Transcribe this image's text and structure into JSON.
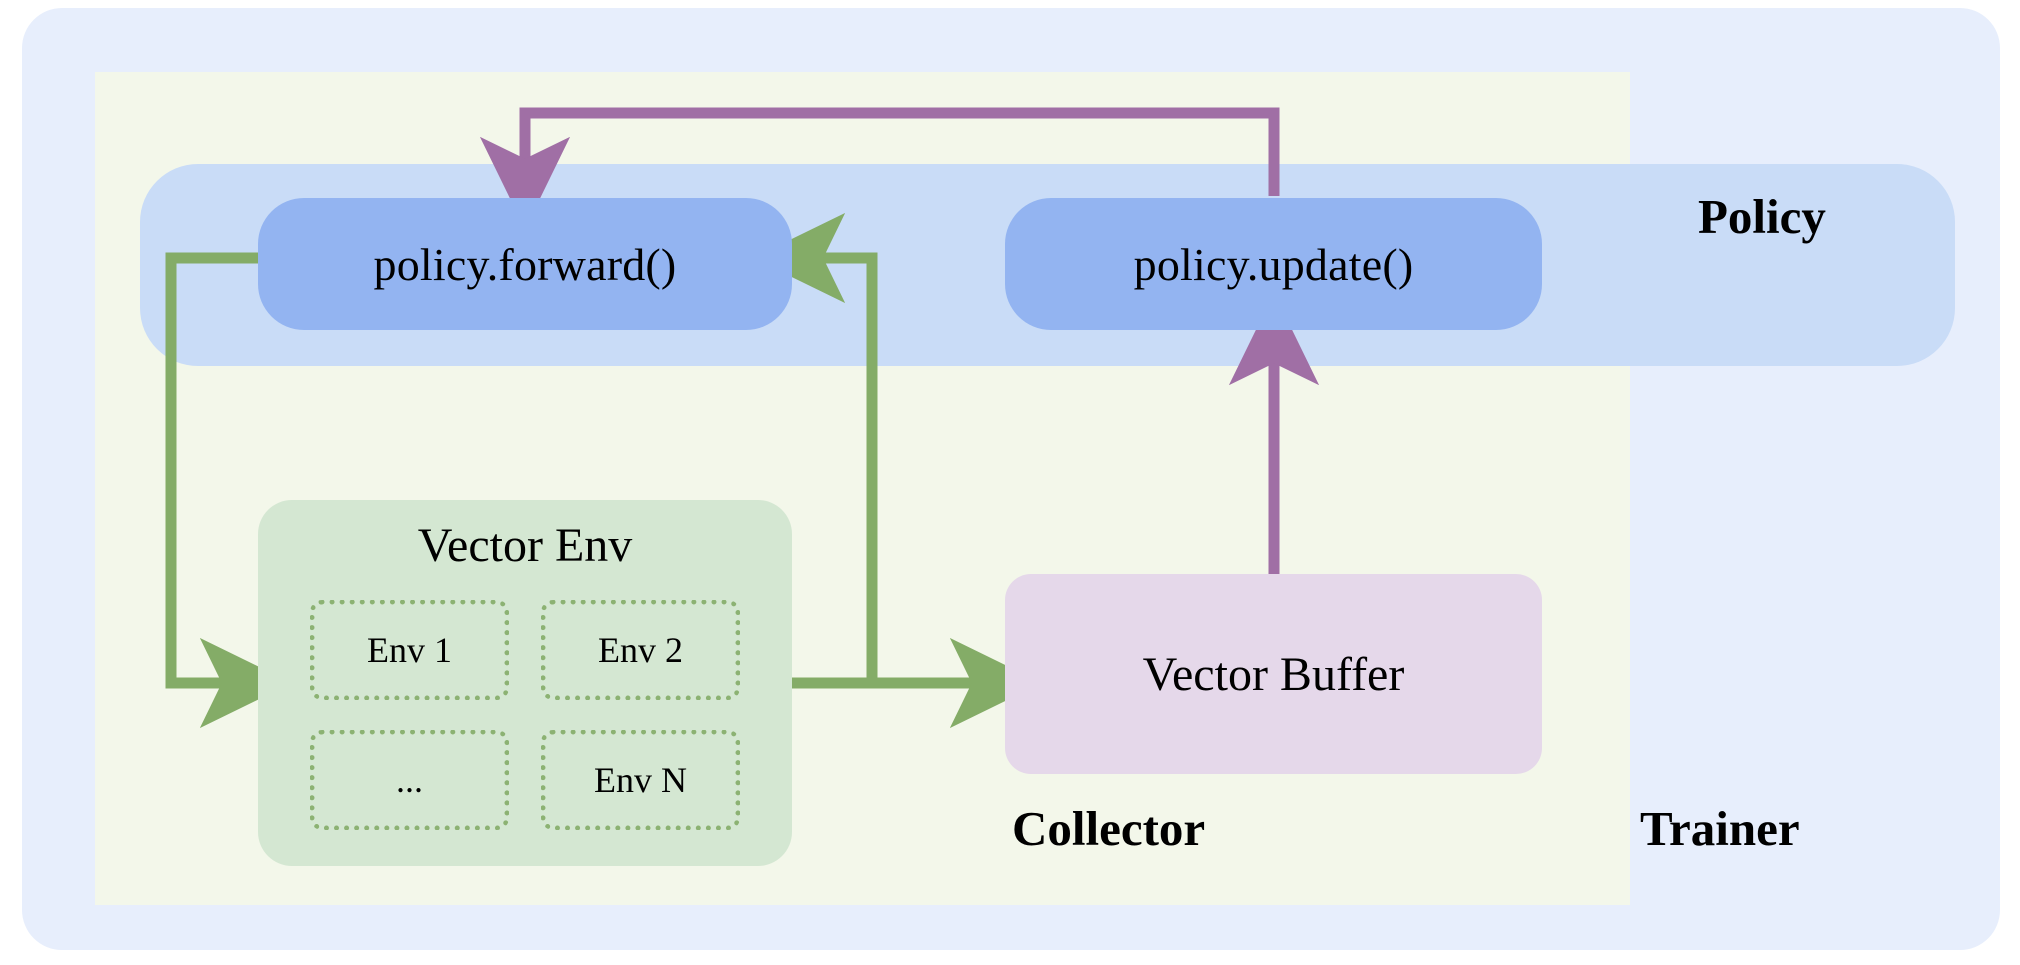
{
  "diagram": {
    "title_implied": "Trainer / Collector / Policy architecture",
    "containers": {
      "trainer": {
        "label": "Trainer",
        "color": "#e7eefc"
      },
      "collector": {
        "label": "Collector",
        "color": "#f3f7ea"
      },
      "policy": {
        "label": "Policy",
        "color": "#c9dcf7"
      }
    },
    "nodes": {
      "policy_forward": {
        "label": "policy.forward()",
        "color": "#93b4f1"
      },
      "policy_update": {
        "label": "policy.update()",
        "color": "#93b4f1"
      },
      "vector_env": {
        "label": "Vector Env",
        "color": "#d4e7d2"
      },
      "vector_buffer": {
        "label": "Vector Buffer",
        "color": "#e5d8ea"
      }
    },
    "env_cells": [
      {
        "label": "Env 1"
      },
      {
        "label": "Env 2"
      },
      {
        "label": "..."
      },
      {
        "label": "Env N"
      }
    ],
    "edges": [
      {
        "name": "forward-to-env",
        "from": "policy.forward()",
        "to": "Vector Env",
        "color": "#84ac67"
      },
      {
        "name": "env-to-buffer",
        "from": "Vector Env",
        "to": "Vector Buffer",
        "color": "#84ac67"
      },
      {
        "name": "env-to-forward",
        "from": "Vector Env",
        "to": "policy.forward()",
        "color": "#84ac67"
      },
      {
        "name": "buffer-to-update",
        "from": "Vector Buffer",
        "to": "policy.update()",
        "color": "#a06fa5"
      },
      {
        "name": "update-to-forward",
        "from": "policy.update()",
        "to": "policy.forward()",
        "color": "#a06fa5"
      }
    ],
    "colors": {
      "green_arrow": "#84ac67",
      "purple_arrow": "#a06fa5",
      "env_cell_border": "#8cb273"
    }
  }
}
